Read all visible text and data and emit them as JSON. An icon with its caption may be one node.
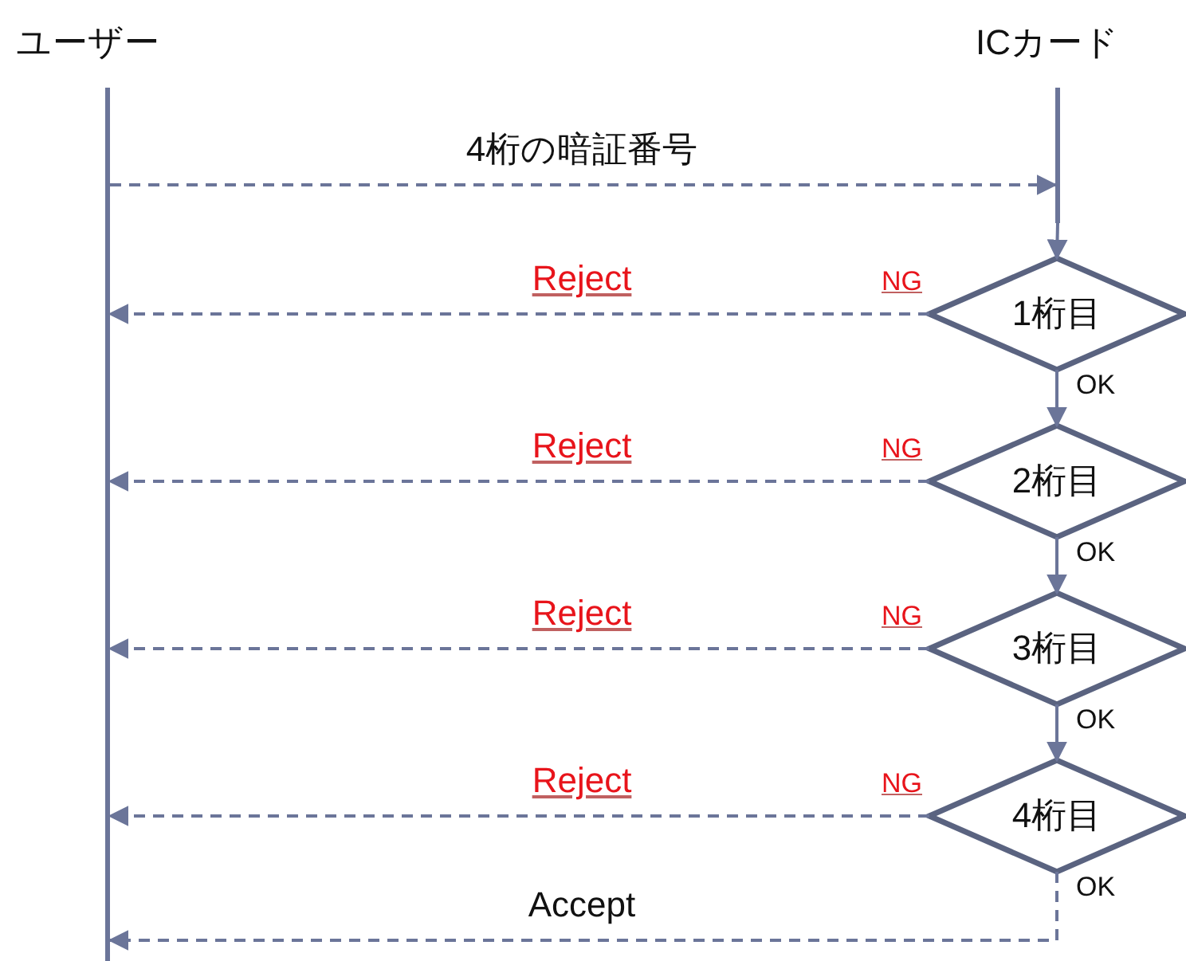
{
  "diagram": {
    "nodes": [
      {
        "text": [
          "ユーザー"
        ]
      },
      {
        "text": [
          "ICカード"
        ]
      },
      {
        "text": [],
        "shape": "bar"
      },
      {
        "text": [],
        "shape": "bar"
      },
      {
        "text": [
          "1桁目"
        ],
        "beside": [
          "NG",
          "OK"
        ]
      },
      {
        "text": [
          "2桁目"
        ],
        "beside": [
          "NG",
          "OK"
        ]
      },
      {
        "text": [
          "3桁目"
        ],
        "beside": [
          "NG",
          "OK"
        ]
      },
      {
        "text": [
          "4桁目"
        ],
        "beside": [
          "NG",
          "OK"
        ]
      }
    ],
    "edges": [
      {
        "from": 2,
        "to": 3,
        "arrow": "to",
        "style": "dashed",
        "label": "4桁の暗証番号"
      },
      {
        "from": 3,
        "to": 4,
        "arrow": "to"
      },
      {
        "from": 4,
        "to": 2,
        "arrow": "to",
        "style": "dashed",
        "label": "Reject"
      },
      {
        "from": 4,
        "to": 5,
        "arrow": "to"
      },
      {
        "from": 5,
        "to": 2,
        "arrow": "to",
        "style": "dashed",
        "label": "Reject"
      },
      {
        "from": 5,
        "to": 6,
        "arrow": "to"
      },
      {
        "from": 6,
        "to": 2,
        "arrow": "to",
        "style": "dashed",
        "label": "Reject"
      },
      {
        "from": 6,
        "to": 7,
        "arrow": "to"
      },
      {
        "from": 7,
        "to": 2,
        "arrow": "to",
        "style": "dashed",
        "label": "Reject"
      },
      {
        "from": 7,
        "to": 2,
        "arrow": "to",
        "style": "dashed",
        "label": "Accept"
      }
    ]
  }
}
